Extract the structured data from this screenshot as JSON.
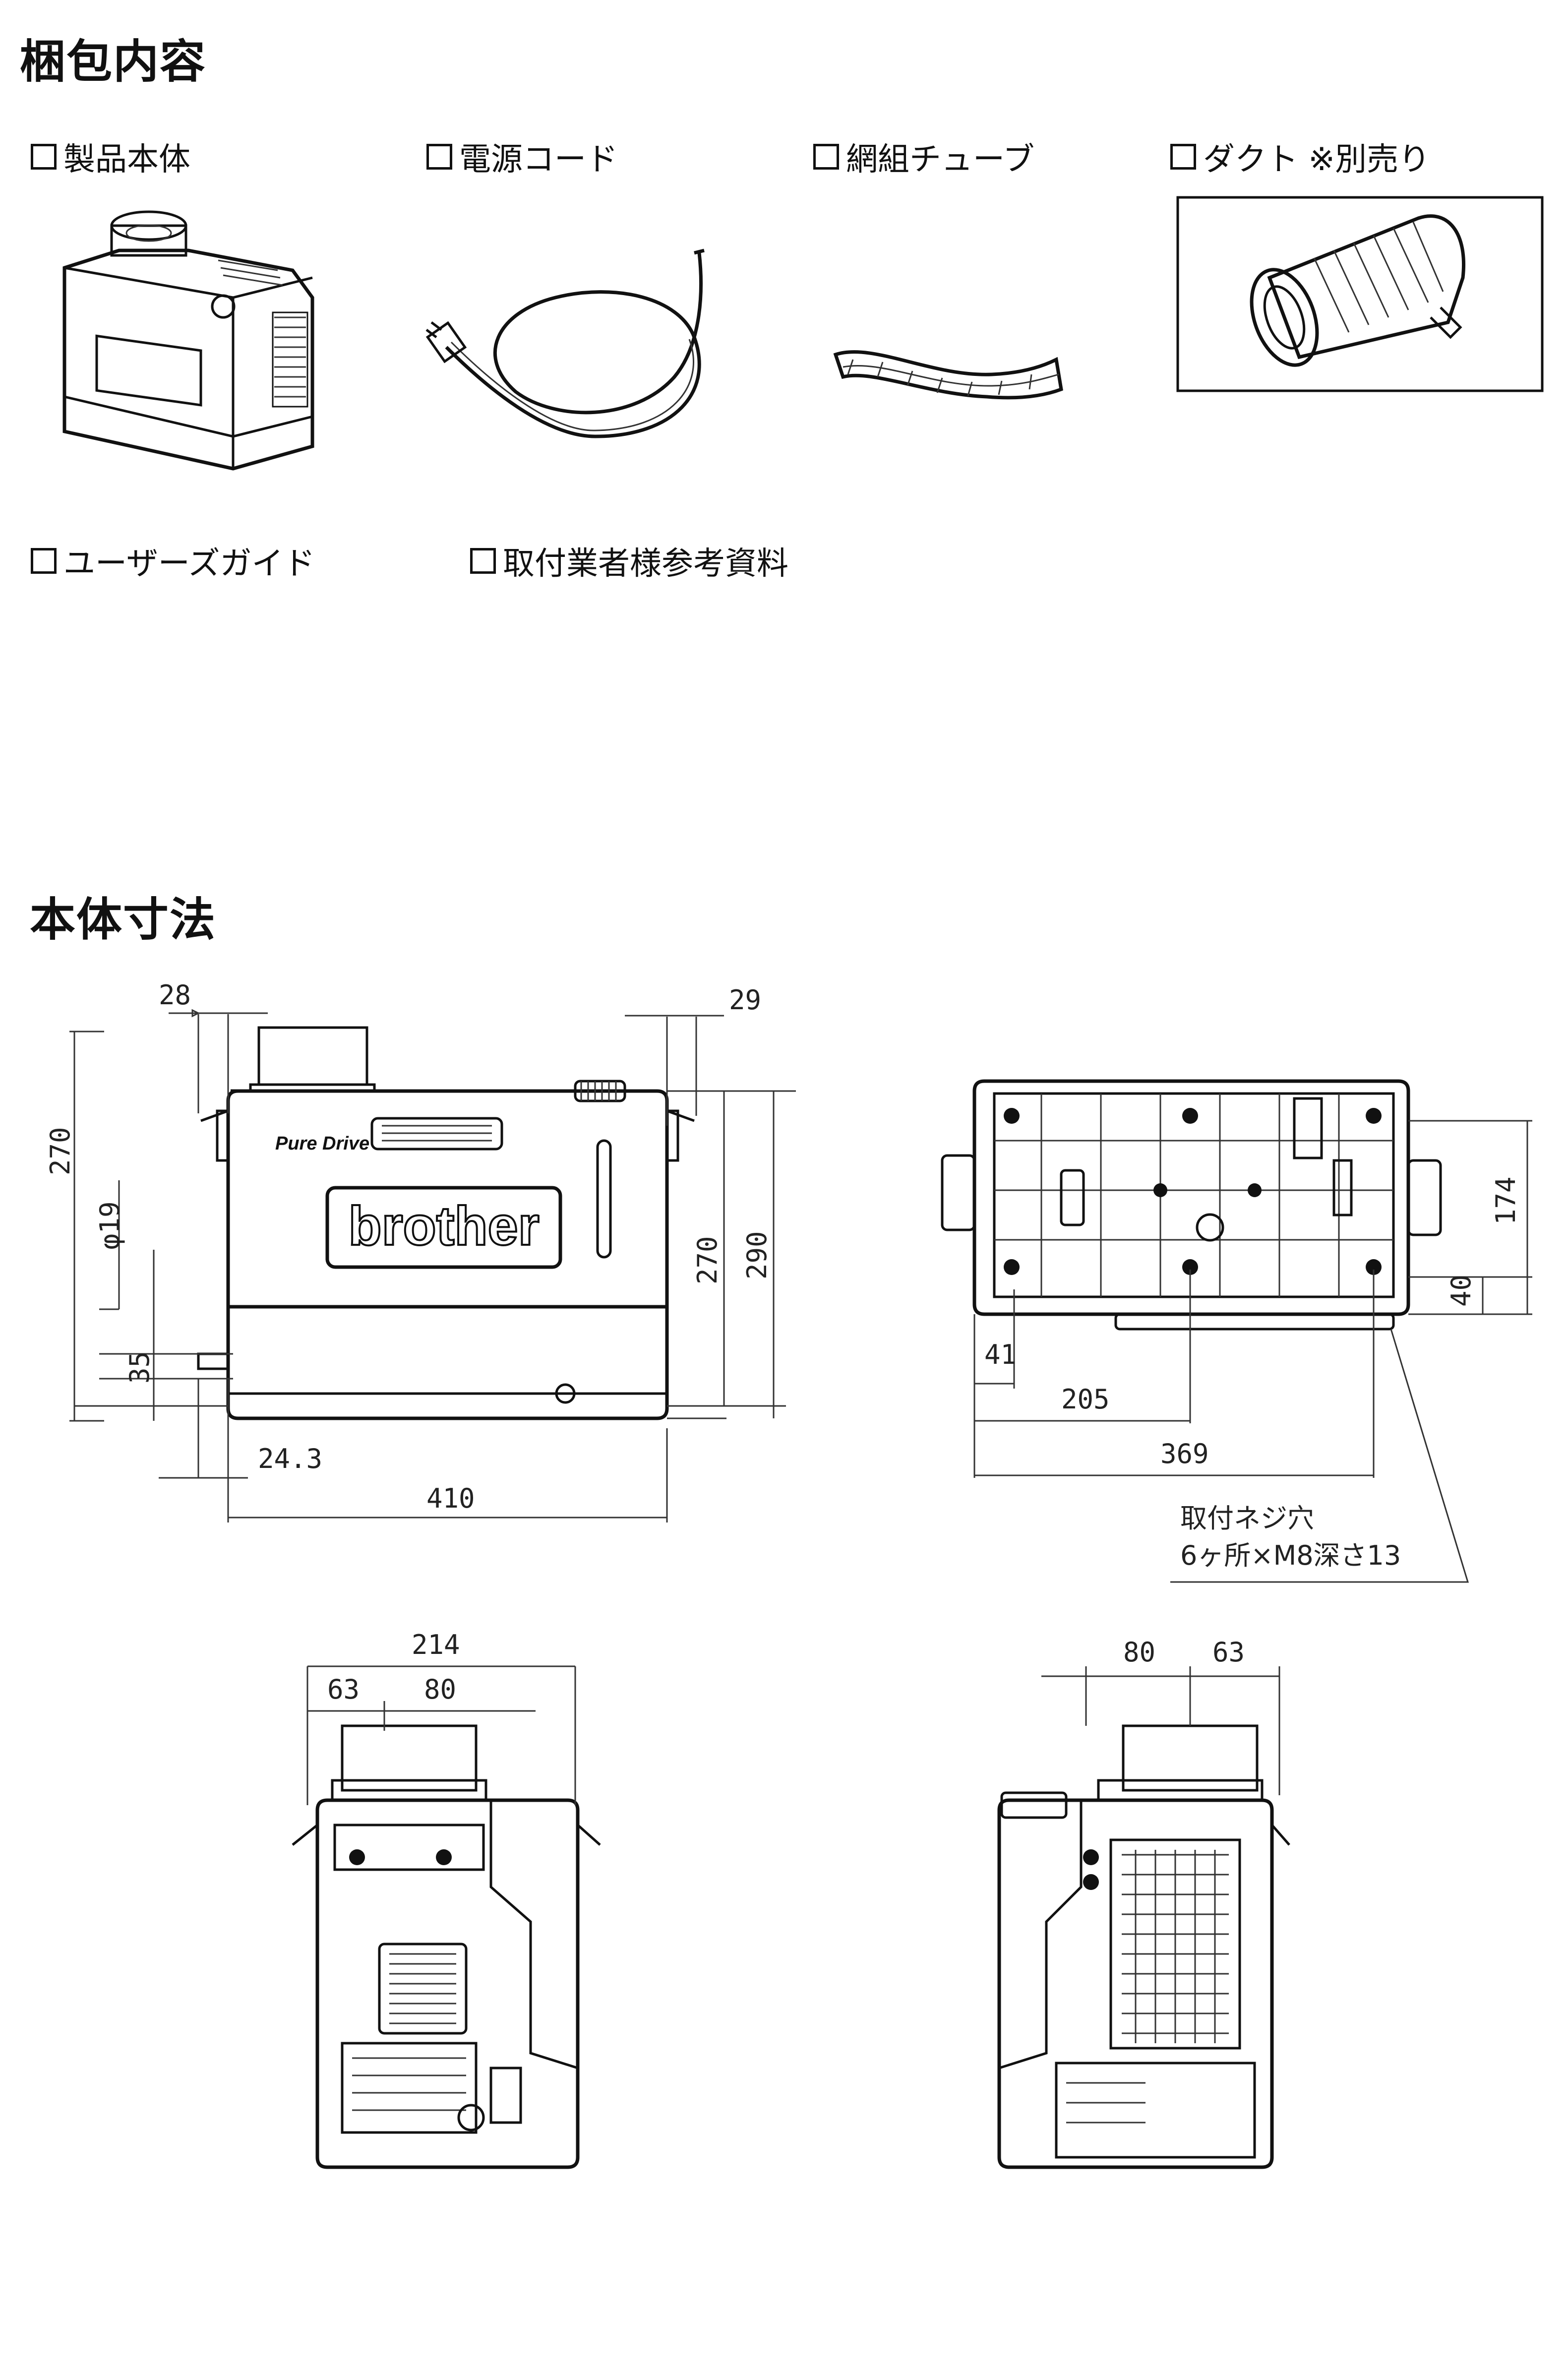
{
  "contents": {
    "heading": "梱包内容",
    "items": [
      {
        "label": "製品本体"
      },
      {
        "label": "電源コード"
      },
      {
        "label": "網組チューブ"
      },
      {
        "label": "ダクト ※別売り"
      },
      {
        "label": "ユーザーズガイド"
      },
      {
        "label": "取付業者様参考資料"
      }
    ]
  },
  "dimensions": {
    "heading": "本体寸法",
    "front": {
      "d28": "28",
      "d29": "29",
      "d270_left": "270",
      "phi19": "φ19",
      "d35": "35",
      "d24_3": "24.3",
      "d410": "410",
      "d270_right": "270",
      "d290": "290",
      "logo": "brother",
      "badge": "Pure Drive"
    },
    "bottom": {
      "d174": "174",
      "d40": "40",
      "d41": "41",
      "d205": "205",
      "d369": "369",
      "note_line1": "取付ネジ穴",
      "note_line2": "6ヶ所×M8深さ13"
    },
    "side_left": {
      "d214": "214",
      "d63": "63",
      "d80": "80"
    },
    "side_right": {
      "d80": "80",
      "d63": "63"
    }
  }
}
